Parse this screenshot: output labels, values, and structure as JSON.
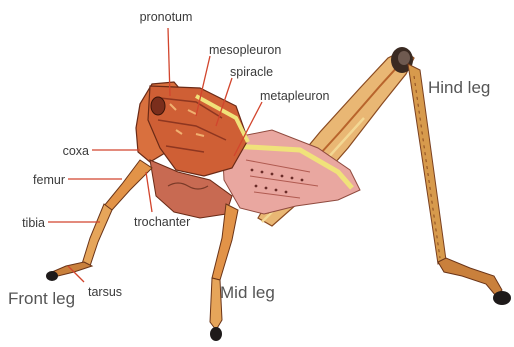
{
  "labels": {
    "pronotum": "pronotum",
    "mesopleuron": "mesopleuron",
    "spiracle": "spiracle",
    "metapleuron": "metapleuron",
    "coxa": "coxa",
    "femur": "femur",
    "tibia": "tibia",
    "trochanter": "trochanter",
    "tarsus": "tarsus",
    "hind_leg": "Hind leg",
    "mid_leg": "Mid leg",
    "front_leg": "Front leg"
  },
  "colors": {
    "leader_line": "#d2452d",
    "body_orange": "#d9703e",
    "body_dark": "#a5442a",
    "leg_tan": "#e6a55a",
    "wing_pink": "#e9a7a0",
    "wing_yellow": "#f0e27a"
  }
}
